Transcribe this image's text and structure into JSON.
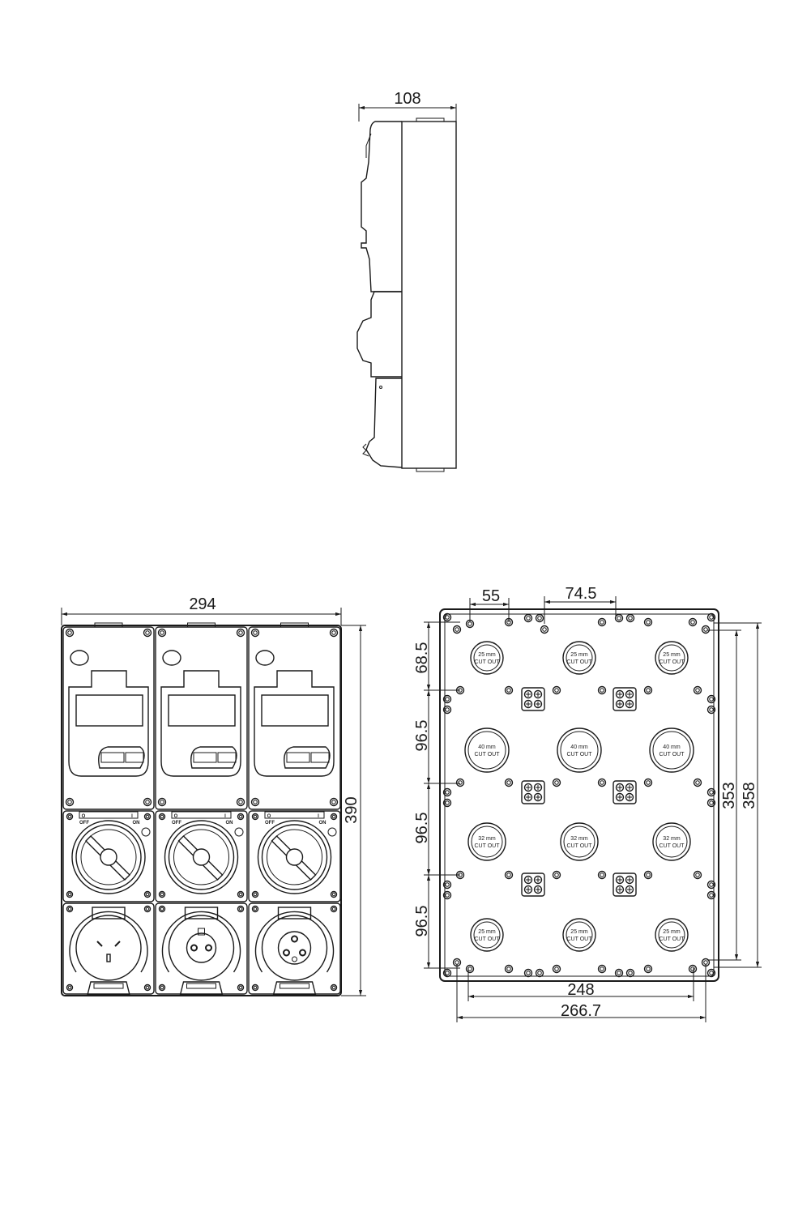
{
  "dimensions": {
    "side_depth": "108",
    "front_width": "294",
    "front_height": "390",
    "rear_spacing_a": "55",
    "rear_spacing_b": "74.5",
    "rear_row1": "68.5",
    "rear_row2": "96.5",
    "rear_row3": "96.5",
    "rear_row4": "96.5",
    "rear_inner_height": "353",
    "rear_outer_height": "358",
    "rear_inner_width": "248",
    "rear_outer_width": "266.7"
  },
  "switch_labels": {
    "off_symbol": "O",
    "off": "OFF",
    "on_symbol": "I",
    "on": "ON"
  },
  "cutouts": {
    "row1": [
      "25 mm",
      "CUT OUT"
    ],
    "row2": [
      "40 mm",
      "CUT OUT"
    ],
    "row3": [
      "32 mm",
      "CUT OUT"
    ],
    "row4": [
      "25 mm",
      "CUT OUT"
    ]
  }
}
